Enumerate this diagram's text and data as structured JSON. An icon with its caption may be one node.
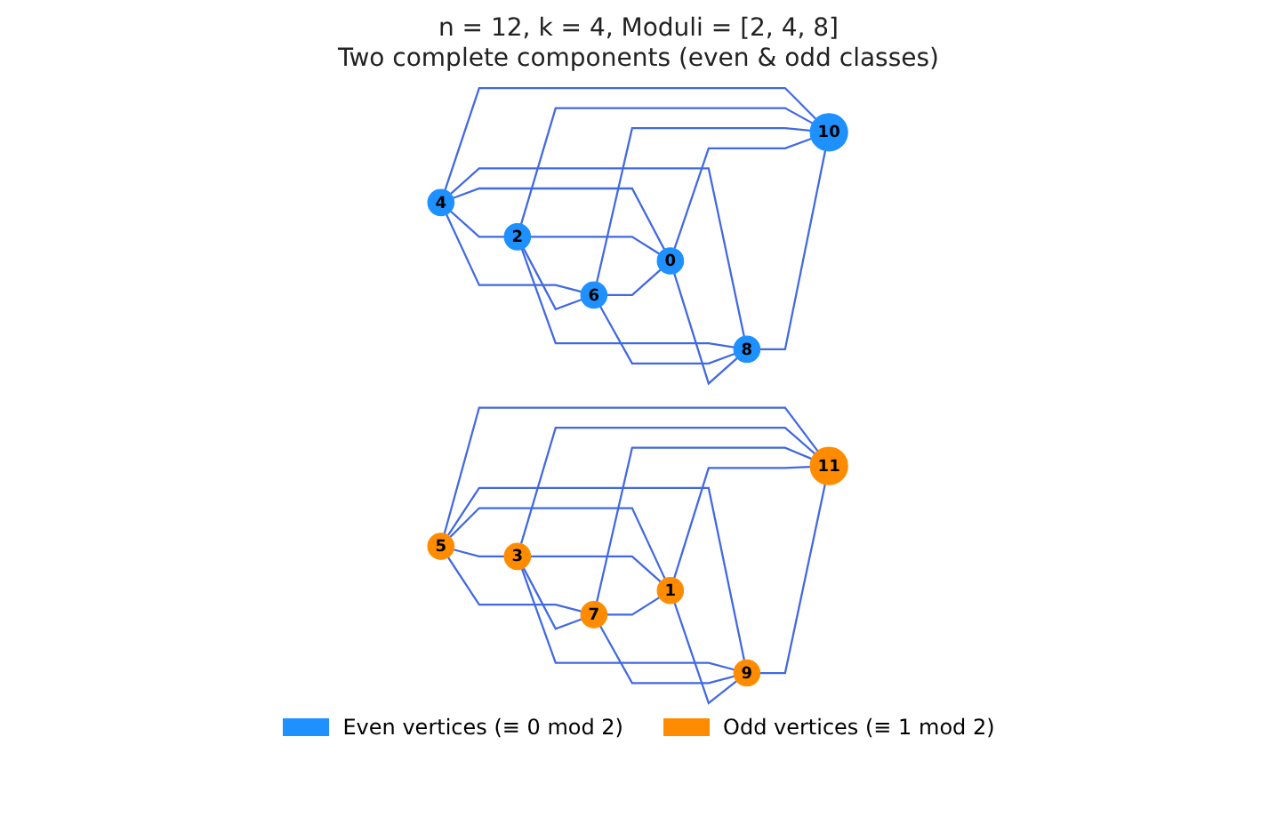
{
  "diagram": {
    "title": "n = 12, k = 4, Moduli = [2, 4, 8]",
    "nodes": [
      {
        "text": [
          "4"
        ]
      },
      {
        "text": [
          "2"
        ]
      },
      {
        "text": [
          "5"
        ]
      },
      {
        "text": [
          "3"
        ]
      },
      {
        "text": [
          "6"
        ]
      },
      {
        "text": [
          "0"
        ]
      },
      {
        "text": [
          "7"
        ]
      },
      {
        "text": [
          "1"
        ]
      },
      {
        "text": [
          "8"
        ]
      },
      {
        "text": [
          "10"
        ]
      },
      {
        "text": [
          "9"
        ]
      },
      {
        "text": [
          "11"
        ]
      }
    ],
    "edges": [
      {
        "from": 0,
        "to": 1,
        "arrow": "none"
      },
      {
        "from": 0,
        "to": 4,
        "arrow": "none"
      },
      {
        "from": 0,
        "to": 5,
        "arrow": "none"
      },
      {
        "from": 0,
        "to": 8,
        "arrow": "none"
      },
      {
        "from": 0,
        "to": 9,
        "arrow": "none"
      },
      {
        "from": 1,
        "to": 4,
        "arrow": "none"
      },
      {
        "from": 1,
        "to": 5,
        "arrow": "none"
      },
      {
        "from": 1,
        "to": 8,
        "arrow": "none"
      },
      {
        "from": 1,
        "to": 9,
        "arrow": "none"
      },
      {
        "from": 4,
        "to": 5,
        "arrow": "none"
      },
      {
        "from": 4,
        "to": 8,
        "arrow": "none"
      },
      {
        "from": 4,
        "to": 9,
        "arrow": "none"
      },
      {
        "from": 5,
        "to": 8,
        "arrow": "none"
      },
      {
        "from": 5,
        "to": 9,
        "arrow": "none"
      },
      {
        "from": 8,
        "to": 9,
        "arrow": "none"
      },
      {
        "from": 2,
        "to": 3,
        "arrow": "none"
      },
      {
        "from": 2,
        "to": 6,
        "arrow": "none"
      },
      {
        "from": 2,
        "to": 7,
        "arrow": "none"
      },
      {
        "from": 2,
        "to": 10,
        "arrow": "none"
      },
      {
        "from": 2,
        "to": 11,
        "arrow": "none"
      },
      {
        "from": 3,
        "to": 6,
        "arrow": "none"
      },
      {
        "from": 3,
        "to": 7,
        "arrow": "none"
      },
      {
        "from": 3,
        "to": 10,
        "arrow": "none"
      },
      {
        "from": 3,
        "to": 11,
        "arrow": "none"
      },
      {
        "from": 6,
        "to": 7,
        "arrow": "none"
      },
      {
        "from": 6,
        "to": 10,
        "arrow": "none"
      },
      {
        "from": 6,
        "to": 11,
        "arrow": "none"
      },
      {
        "from": 7,
        "to": 10,
        "arrow": "none"
      },
      {
        "from": 7,
        "to": 11,
        "arrow": "none"
      },
      {
        "from": 10,
        "to": 11,
        "arrow": "none"
      }
    ],
    "labels": [
      "Two complete components (even & odd classes)"
    ],
    "legend": [
      {
        "text": "Even vertices (≡ 0 mod 2)",
        "color": "#1e90ff"
      },
      {
        "text": "Odd vertices (≡ 1 mod 2)",
        "color": "#ff8c00"
      }
    ]
  }
}
